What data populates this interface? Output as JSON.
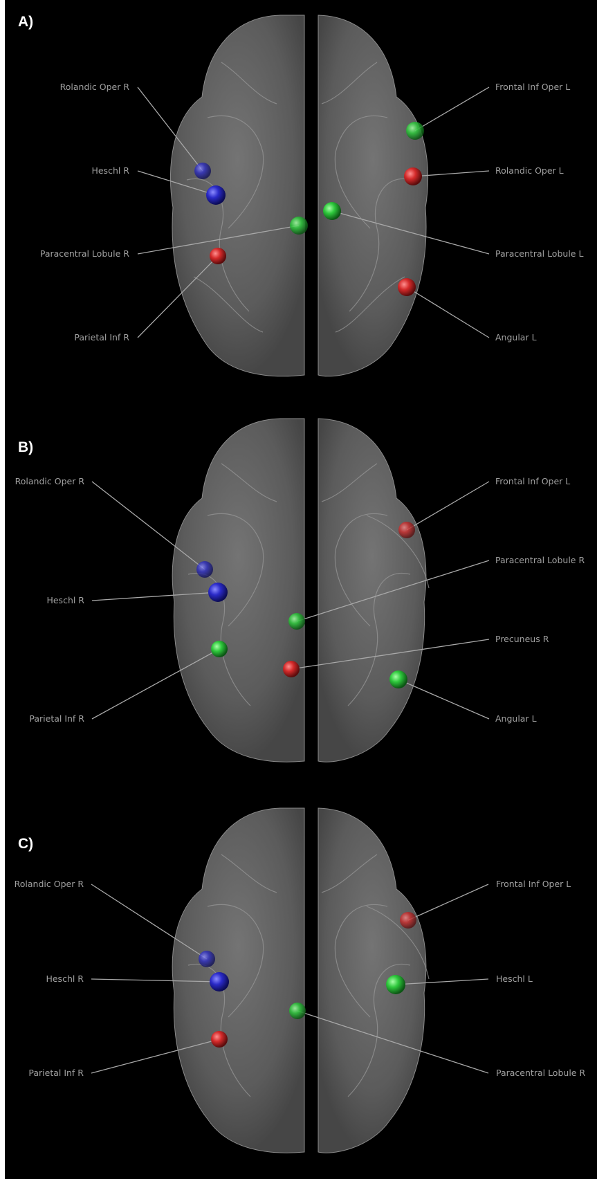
{
  "figure": {
    "background": "#000000",
    "brain_fill": "#6e6e6e",
    "label_color": "#a0a0a0",
    "leader_color": "#a8a8a8",
    "node_colors": {
      "blue": "#2a2ac8",
      "red": "#d42a2a",
      "green": "#2ec83c"
    }
  },
  "panels": [
    {
      "letter": "A)",
      "labels": [
        {
          "name": "rolandic-oper-r",
          "text": "Rolandic Oper R",
          "color": "blue"
        },
        {
          "name": "heschl-r",
          "text": "Heschl R",
          "color": "blue"
        },
        {
          "name": "paracentral-lobule-r",
          "text": "Paracentral Lobule R",
          "color": "green"
        },
        {
          "name": "parietal-inf-r",
          "text": "Parietal Inf R",
          "color": "red"
        },
        {
          "name": "frontal-inf-oper-l",
          "text": "Frontal Inf Oper L",
          "color": "green"
        },
        {
          "name": "rolandic-oper-l",
          "text": "Rolandic Oper L",
          "color": "red"
        },
        {
          "name": "paracentral-lobule-l",
          "text": "Paracentral Lobule L",
          "color": "green"
        },
        {
          "name": "angular-l",
          "text": "Angular L",
          "color": "red"
        }
      ]
    },
    {
      "letter": "B)",
      "labels": [
        {
          "name": "rolandic-oper-r",
          "text": "Rolandic Oper R",
          "color": "blue"
        },
        {
          "name": "heschl-r",
          "text": "Heschl R",
          "color": "blue"
        },
        {
          "name": "parietal-inf-r",
          "text": "Parietal Inf R",
          "color": "green"
        },
        {
          "name": "frontal-inf-oper-l",
          "text": "Frontal Inf Oper L",
          "color": "red"
        },
        {
          "name": "paracentral-lobule-r",
          "text": "Paracentral Lobule R",
          "color": "green"
        },
        {
          "name": "precuneus-r",
          "text": "Precuneus R",
          "color": "red"
        },
        {
          "name": "angular-l",
          "text": "Angular L",
          "color": "green"
        }
      ]
    },
    {
      "letter": "C)",
      "labels": [
        {
          "name": "rolandic-oper-r",
          "text": "Rolandic Oper R",
          "color": "blue"
        },
        {
          "name": "heschl-r",
          "text": "Heschl R",
          "color": "blue"
        },
        {
          "name": "parietal-inf-r",
          "text": "Parietal Inf R",
          "color": "red"
        },
        {
          "name": "frontal-inf-oper-l",
          "text": "Frontal Inf Oper L",
          "color": "red"
        },
        {
          "name": "heschl-l",
          "text": "Heschl L",
          "color": "green"
        },
        {
          "name": "paracentral-lobule-r",
          "text": "Paracentral Lobule R",
          "color": "green"
        }
      ]
    }
  ]
}
